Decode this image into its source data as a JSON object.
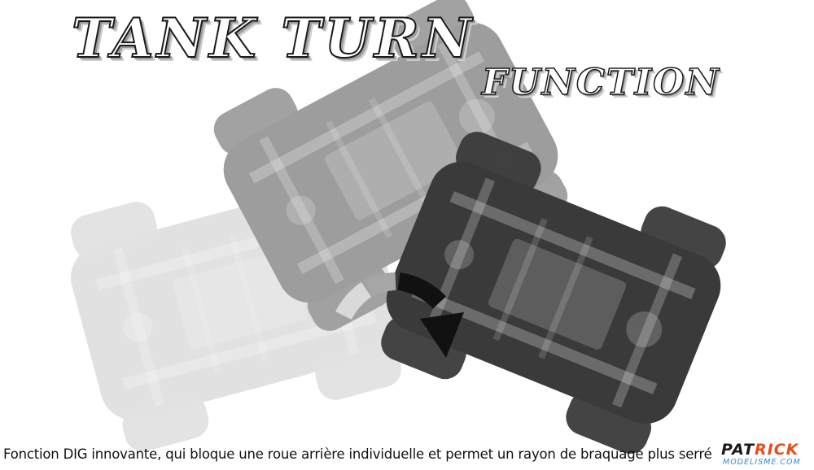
{
  "title": {
    "main": "TANK TURN",
    "sub": "FUNCTION"
  },
  "caption": "Fonction DIG innovante, qui bloque une roue arrière individuelle et permet un rayon de braquage plus serré",
  "brand": {
    "line1_part1": "PAT",
    "line1_part2": "RICK",
    "line2": "MODELISME.COM",
    "colors": {
      "accent": "#e84e1b",
      "link": "#2a8fd6"
    }
  },
  "illustration": {
    "vehicle_views": [
      "ghost",
      "mid",
      "dark"
    ],
    "arrow": "clockwise-rotation-arrow"
  }
}
